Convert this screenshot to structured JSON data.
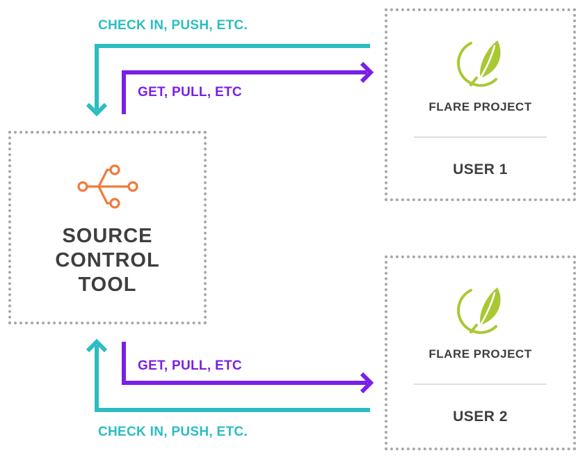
{
  "source_control": {
    "title_lines": [
      "SOURCE",
      "CONTROL",
      "TOOL"
    ],
    "icon": "branch-icon"
  },
  "users": [
    {
      "project_label": "FLARE PROJECT",
      "user_label": "USER 1",
      "icon": "flare-feather-icon"
    },
    {
      "project_label": "FLARE PROJECT",
      "user_label": "USER 2",
      "icon": "flare-feather-icon"
    }
  ],
  "arrows": {
    "top_checkin_label": "CHECK IN, PUSH, ETC.",
    "top_get_label": "GET, PULL, ETC",
    "bottom_get_label": "GET, PULL, ETC",
    "bottom_checkin_label": "CHECK IN, PUSH, ETC."
  },
  "colors": {
    "teal": "#2bbdc1",
    "purple": "#7a1fe8",
    "orange": "#f07a3a",
    "lime": "#a8c934",
    "text": "#3e3e3e",
    "box_border": "#a7a7a7"
  }
}
